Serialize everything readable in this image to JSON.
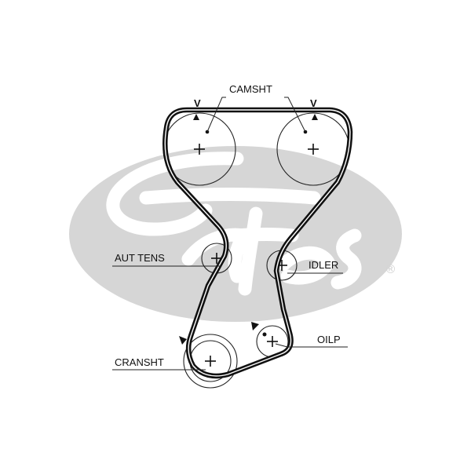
{
  "brand": {
    "watermark_name": "Gates",
    "registered_mark": "®",
    "watermark_color": "#d6d6d6"
  },
  "diagram": {
    "belt_color": "#111111",
    "labels": {
      "camshaft": "CAMSHT",
      "timing_mark_left": "V",
      "timing_mark_right": "V",
      "auto_tensioner": "AUT TENS",
      "idler": "IDLER",
      "crankshaft": "CRANSHT",
      "oil_pump": "OILP"
    }
  }
}
